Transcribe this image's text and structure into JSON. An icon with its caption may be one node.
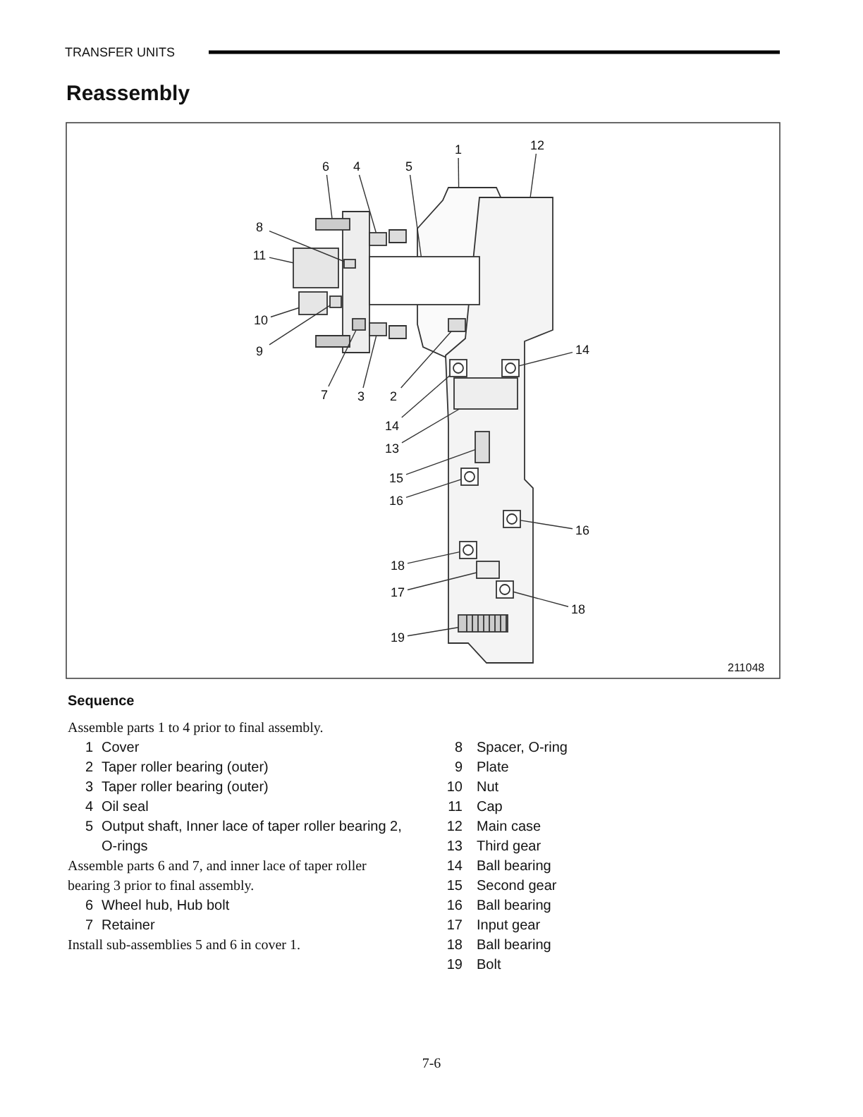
{
  "diagram": {
    "title": "Reassembly",
    "nodes": [
      {
        "text": [
          "1"
        ]
      },
      {
        "text": [
          "12"
        ]
      },
      {
        "text": [
          "6"
        ]
      },
      {
        "text": [
          "4"
        ]
      },
      {
        "text": [
          "5"
        ]
      },
      {
        "text": [
          "8"
        ]
      },
      {
        "text": [
          "11"
        ]
      },
      {
        "text": [
          "10"
        ]
      },
      {
        "text": [
          "9"
        ]
      },
      {
        "text": [
          "14"
        ]
      },
      {
        "text": [
          "7"
        ]
      },
      {
        "text": [
          "3"
        ]
      },
      {
        "text": [
          "2"
        ]
      },
      {
        "text": [
          "14"
        ]
      },
      {
        "text": [
          "13"
        ]
      },
      {
        "text": [
          "15"
        ]
      },
      {
        "text": [
          "16"
        ]
      },
      {
        "text": [
          "16"
        ]
      },
      {
        "text": [
          "18"
        ]
      },
      {
        "text": [
          "17"
        ]
      },
      {
        "text": [
          "18"
        ]
      },
      {
        "text": [
          "19"
        ]
      },
      {
        "text": [],
        "shape": "picture"
      },
      {
        "text": [],
        "shape": "picture"
      },
      {
        "text": [],
        "shape": "box"
      },
      {
        "text": [],
        "shape": "box"
      },
      {
        "text": [],
        "shape": "box"
      },
      {
        "text": [],
        "shape": "box"
      },
      {
        "text": [],
        "shape": "box"
      },
      {
        "text": [],
        "shape": "box"
      },
      {
        "text": [],
        "shape": "box"
      },
      {
        "text": [],
        "shape": "box",
        "in": 23
      },
      {
        "text": [],
        "shape": "box"
      },
      {
        "text": [],
        "shape": "box"
      },
      {
        "text": [],
        "shape": "box",
        "in": 22
      },
      {
        "text": [],
        "shape": "box",
        "in": 23
      },
      {
        "text": [],
        "shape": "box",
        "in": 23
      },
      {
        "text": [],
        "shape": "box",
        "in": 23
      },
      {
        "text": [],
        "shape": "box",
        "in": 23
      },
      {
        "text": [],
        "shape": "box",
        "in": 23
      },
      {
        "text": [],
        "shape": "box",
        "in": 23
      },
      {
        "text": [],
        "shape": "box",
        "in": 23
      },
      {
        "text": [],
        "shape": "box",
        "in": 23
      },
      {
        "text": [],
        "shape": "box",
        "in": 23
      }
    ],
    "edges": [
      {
        "from": 0,
        "to": 22,
        "arrow": "none"
      },
      {
        "from": 1,
        "to": 23,
        "arrow": "none"
      },
      {
        "from": 2,
        "to": 24,
        "arrow": "none"
      },
      {
        "from": 3,
        "to": 25,
        "arrow": "none"
      },
      {
        "from": 4,
        "to": 26,
        "arrow": "none"
      },
      {
        "from": 5,
        "to": 27,
        "arrow": "none"
      },
      {
        "from": 6,
        "to": 28,
        "arrow": "none"
      },
      {
        "from": 7,
        "to": 29,
        "arrow": "none"
      },
      {
        "from": 8,
        "to": 30,
        "arrow": "none"
      },
      {
        "from": 9,
        "to": 31,
        "arrow": "none"
      },
      {
        "from": 10,
        "to": 32,
        "arrow": "none"
      },
      {
        "from": 11,
        "to": 33,
        "arrow": "none"
      },
      {
        "from": 12,
        "to": 34,
        "arrow": "none"
      },
      {
        "from": 13,
        "to": 35,
        "arrow": "none"
      },
      {
        "from": 14,
        "to": 36,
        "arrow": "none"
      },
      {
        "from": 15,
        "to": 37,
        "arrow": "none"
      },
      {
        "from": 16,
        "to": 38,
        "arrow": "none"
      },
      {
        "from": 17,
        "to": 39,
        "arrow": "none"
      },
      {
        "from": 18,
        "to": 40,
        "arrow": "none"
      },
      {
        "from": 19,
        "to": 41,
        "arrow": "none"
      },
      {
        "from": 20,
        "to": 42,
        "arrow": "none"
      },
      {
        "from": 21,
        "to": 43,
        "arrow": "none"
      }
    ],
    "labels": [
      "TRANSFER UNITS",
      "211048",
      "Sequence",
      "Assemble parts 1 to 4 prior to final assembly.",
      "1",
      "Cover",
      "2",
      "Taper roller bearing (outer)",
      "3",
      "Taper roller bearing (outer)",
      "4",
      "Oil seal",
      "5",
      "Output shaft, Inner lace of taper roller bearing 2, O-rings",
      "Assemble parts 6 and 7, and inner lace of taper roller bearing 3 prior to final assembly.",
      "6",
      "Wheel hub, Hub bolt",
      "7",
      "Retainer",
      "Install sub-assemblies 5 and 6 in cover 1.",
      "8",
      "Spacer, O-ring",
      "9",
      "Plate",
      "10",
      "Nut",
      "11",
      "Cap",
      "12",
      "Main case",
      "13",
      "Third gear",
      "14",
      "Ball bearing",
      "15",
      "Second gear",
      "16",
      "Ball bearing",
      "17",
      "Input gear",
      "18",
      "Ball bearing",
      "19",
      "Bolt",
      "7-6"
    ]
  }
}
